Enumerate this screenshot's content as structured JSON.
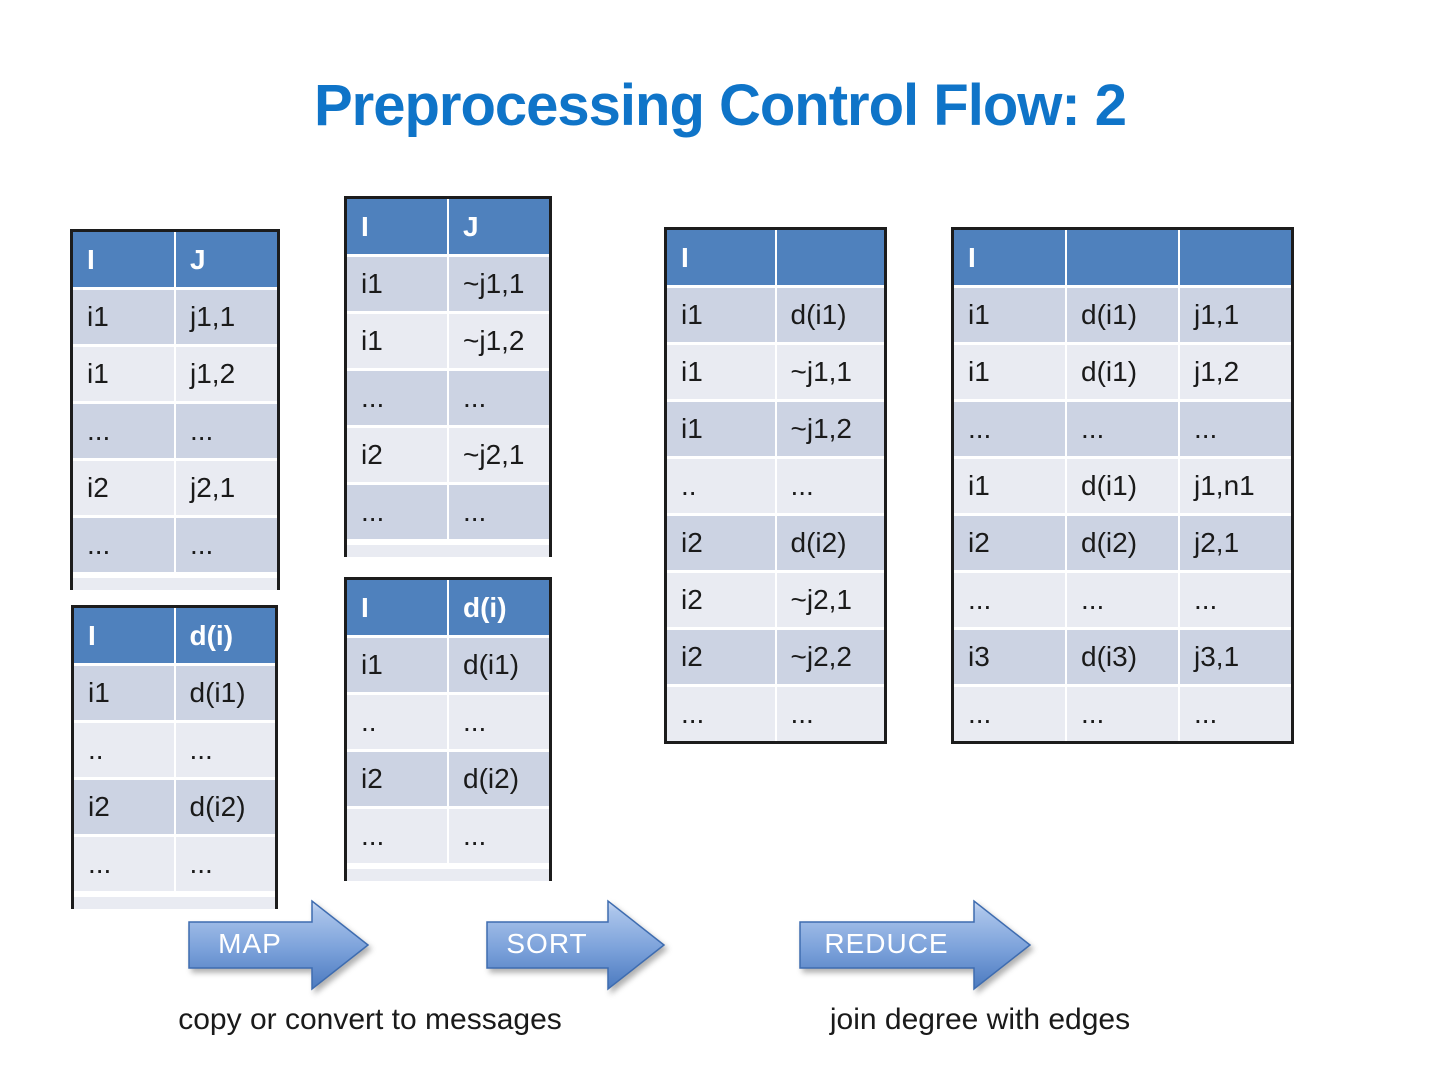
{
  "title": "Preprocessing Control Flow: 2",
  "colors": {
    "title_blue": "#0f74c8",
    "table_header_blue": "#4f81bd",
    "row_band_dark": "#ccd3e3",
    "row_band_light": "#e9ebf2",
    "table_border": "#1c1c1c",
    "arrow_gradient_top": "#cfdcf1",
    "arrow_gradient_bottom": "#4b7abf",
    "arrow_border": "#3e6cb0",
    "arrow_text": "#ffffff"
  },
  "tables": {
    "edges": {
      "headers": [
        "I",
        "J"
      ],
      "rows": [
        [
          "i1",
          "j1,1"
        ],
        [
          "i1",
          "j1,2"
        ],
        [
          "...",
          "..."
        ],
        [
          "i2",
          "j2,1"
        ],
        [
          "...",
          "..."
        ]
      ]
    },
    "messages": {
      "headers": [
        "I",
        "J"
      ],
      "rows": [
        [
          "i1",
          "~j1,1"
        ],
        [
          "i1",
          "~j1,2"
        ],
        [
          "...",
          "..."
        ],
        [
          "i2",
          "~j2,1"
        ],
        [
          "...",
          "..."
        ]
      ]
    },
    "sorted": {
      "headers": [
        "I",
        ""
      ],
      "rows": [
        [
          "i1",
          "d(i1)"
        ],
        [
          "i1",
          "~j1,1"
        ],
        [
          "i1",
          "~j1,2"
        ],
        [
          "..",
          "..."
        ],
        [
          "i2",
          "d(i2)"
        ],
        [
          "i2",
          "~j2,1"
        ],
        [
          "i2",
          "~j2,2"
        ],
        [
          "...",
          "..."
        ]
      ]
    },
    "joined": {
      "headers": [
        "I",
        "",
        ""
      ],
      "rows": [
        [
          "i1",
          "d(i1)",
          "j1,1"
        ],
        [
          "i1",
          "d(i1)",
          "j1,2"
        ],
        [
          "...",
          "...",
          "..."
        ],
        [
          "i1",
          "d(i1)",
          "j1,n1"
        ],
        [
          "i2",
          "d(i2)",
          "j2,1"
        ],
        [
          "...",
          "...",
          "..."
        ],
        [
          "i3",
          "d(i3)",
          "j3,1"
        ],
        [
          "...",
          "...",
          "..."
        ]
      ]
    },
    "degrees": {
      "headers": [
        "I",
        "d(i)"
      ],
      "rows": [
        [
          "i1",
          "d(i1)"
        ],
        [
          "..",
          "..."
        ],
        [
          "i2",
          "d(i2)"
        ],
        [
          "...",
          "..."
        ]
      ]
    },
    "degree_messages": {
      "headers": [
        "I",
        "d(i)"
      ],
      "rows": [
        [
          "i1",
          "d(i1)"
        ],
        [
          "..",
          "..."
        ],
        [
          "i2",
          "d(i2)"
        ],
        [
          "...",
          "..."
        ]
      ]
    }
  },
  "arrows": [
    {
      "label": "MAP"
    },
    {
      "label": "SORT"
    },
    {
      "label": "REDUCE"
    }
  ],
  "captions": [
    "copy or convert to messages",
    "join degree with edges"
  ]
}
